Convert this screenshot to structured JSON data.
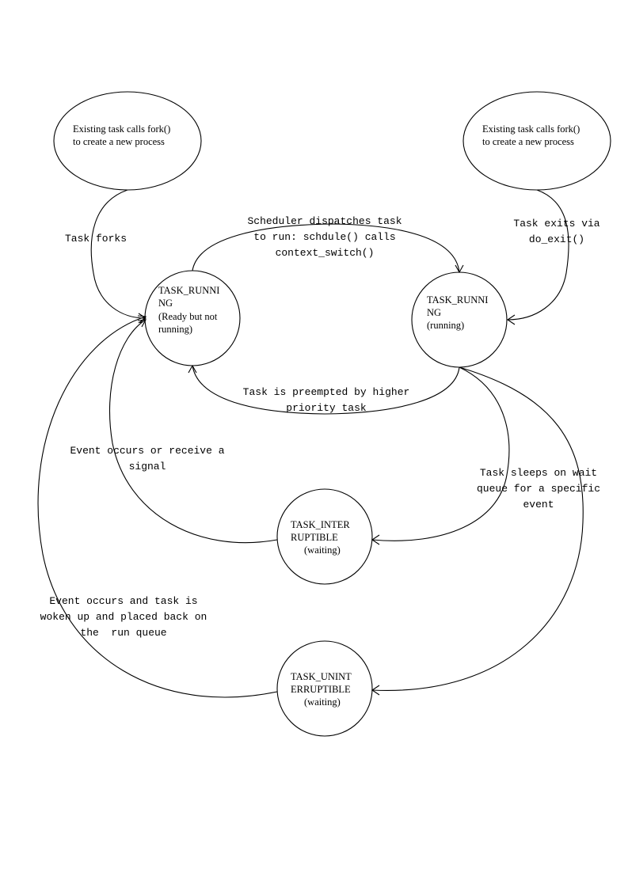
{
  "nodes": {
    "fork_left": {
      "lines": [
        "Existing task calls fork()",
        "to create a new process"
      ]
    },
    "fork_right": {
      "lines": [
        "Existing task calls fork()",
        "to create a new process"
      ]
    },
    "running_ready": {
      "lines": [
        "TASK_RUNNI",
        "NG",
        "(Ready but not",
        "running)"
      ]
    },
    "running_running": {
      "lines": [
        "TASK_RUNNI",
        "NG",
        "(running)"
      ]
    },
    "interruptible": {
      "lines": [
        "TASK_INTER",
        "RUPTIBLE",
        "(waiting)"
      ]
    },
    "uninterruptible": {
      "lines": [
        "TASK_UNINT",
        "ERRUPTIBLE",
        "(waiting)"
      ]
    }
  },
  "edges": {
    "task_forks": {
      "lines": [
        "Task forks"
      ]
    },
    "scheduler_dispatch": {
      "lines": [
        "Scheduler dispatches task",
        "to run: schdule() calls",
        "context_switch()"
      ]
    },
    "task_exits": {
      "lines": [
        "Task exits via",
        "do_exit()"
      ]
    },
    "preempted": {
      "lines": [
        "Task is preempted by higher",
        "priority task"
      ]
    },
    "event_or_signal": {
      "lines": [
        "Event occurs or receive a",
        "signal"
      ]
    },
    "sleeps_on_wait_queue": {
      "lines": [
        "Task sleeps on wait",
        "queue for a specific",
        "event"
      ]
    },
    "event_woken_up": {
      "lines": [
        "Event occurs and task is",
        "woken up and placed back on",
        "the  run queue"
      ]
    }
  }
}
